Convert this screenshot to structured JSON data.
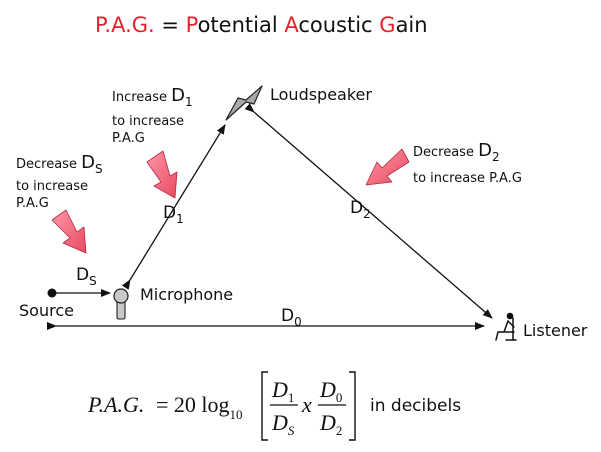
{
  "title": {
    "abbrev": "P.A.G.",
    "equals": " = ",
    "p_letter": "P",
    "p_rest": "otential ",
    "a_letter": "A",
    "a_rest": "coustic ",
    "g_letter": "G",
    "g_rest": "ain"
  },
  "nodes": {
    "loudspeaker": "Loudspeaker",
    "microphone": "Microphone",
    "source": "Source",
    "listener": "Listener"
  },
  "distances": {
    "d1": {
      "letter": "D",
      "sub": "1"
    },
    "d2": {
      "letter": "D",
      "sub": "2"
    },
    "ds": {
      "letter": "D",
      "sub": "S"
    },
    "d0": {
      "letter": "D",
      "sub": "0"
    }
  },
  "notes": {
    "increase_d1": {
      "line1_word": "Increase ",
      "var": "D",
      "sub": "1",
      "line2": "to increase",
      "line3": "P.A.G"
    },
    "decrease_ds": {
      "line1_word": "Decrease ",
      "var": "D",
      "sub": "S",
      "line2": "to increase",
      "line3": "P.A.G"
    },
    "decrease_d2": {
      "line1_word": "Decrease ",
      "var": "D",
      "sub": "2",
      "line2": "to increase P.A.G"
    }
  },
  "formula": {
    "lhs": "P.A.G.",
    "eq": " = 20 log",
    "log_base": "10",
    "num1": "D",
    "num1_sub": "1",
    "den1": "D",
    "den1_sub": "S",
    "times": "x",
    "num2": "D",
    "num2_sub": "0",
    "den2": "D",
    "den2_sub": "2",
    "units": "in decibels"
  },
  "colors": {
    "accent": "#e8202a",
    "text": "#111111",
    "arrow_pink": "#f2667a",
    "device_gray": "#a8a8a8"
  }
}
